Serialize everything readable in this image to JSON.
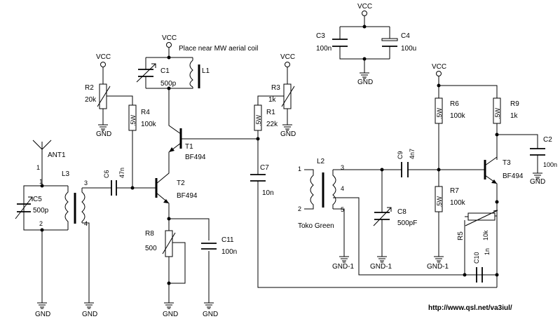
{
  "note": "Place near MW aerial coil",
  "url": "http://www.qsl.net/va3iul/",
  "power": {
    "vcc": "VCC",
    "gnd": "GND",
    "gnd1": "GND-1"
  },
  "components": {
    "c1": {
      "ref": "C1",
      "val": "500p"
    },
    "c2": {
      "ref": "C2",
      "val": "100n"
    },
    "c3": {
      "ref": "C3",
      "val": "100n"
    },
    "c4": {
      "ref": "C4",
      "val": "100u"
    },
    "c5": {
      "ref": "C5",
      "val": "500p"
    },
    "c6": {
      "ref": "C6",
      "val": "47n"
    },
    "c7": {
      "ref": "C7",
      "val": "10n"
    },
    "c8": {
      "ref": "C8",
      "val": "500pF"
    },
    "c9": {
      "ref": "C9",
      "val": "4n7"
    },
    "c10": {
      "ref": "C10",
      "val": "1n"
    },
    "c11": {
      "ref": "C11",
      "val": "100n"
    },
    "r1": {
      "ref": "R1",
      "val": "22k",
      "power": ".5W"
    },
    "r2": {
      "ref": "R2",
      "val": "20k"
    },
    "r3": {
      "ref": "R3",
      "val": "1k"
    },
    "r4": {
      "ref": "R4",
      "val": "100k",
      "power": ".5W"
    },
    "r5": {
      "ref": "R5",
      "val": "10k"
    },
    "r6": {
      "ref": "R6",
      "val": "100k",
      "power": ".5W"
    },
    "r7": {
      "ref": "R7",
      "val": "100k",
      "power": ".5W"
    },
    "r8": {
      "ref": "R8",
      "val": "500"
    },
    "r9": {
      "ref": "R9",
      "val": "1k",
      "power": ".5W"
    },
    "t1": {
      "ref": "T1",
      "val": "BF494"
    },
    "t2": {
      "ref": "T2",
      "val": "BF494"
    },
    "t3": {
      "ref": "T3",
      "val": "BF494"
    },
    "l1": {
      "ref": "L1"
    },
    "l2": {
      "ref": "L2",
      "val": "Toko Green"
    },
    "l3": {
      "ref": "L3"
    },
    "ant1": {
      "ref": "ANT1"
    }
  },
  "pins": {
    "p1": "1",
    "p2": "2",
    "p3": "3",
    "p4": "4",
    "p5": "5"
  }
}
